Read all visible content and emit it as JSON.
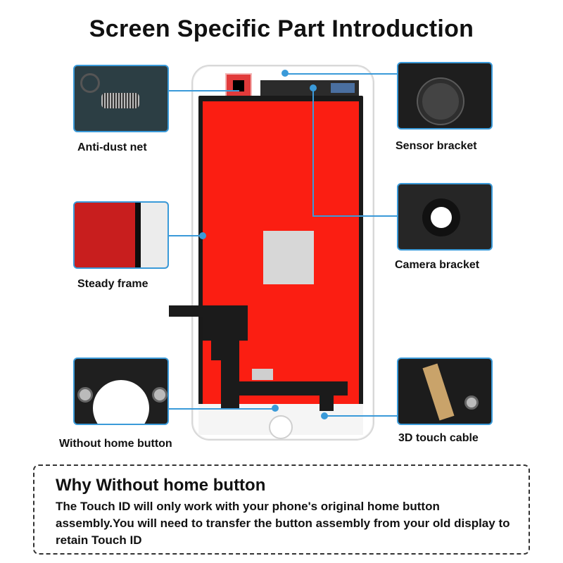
{
  "title": "Screen Specific Part Introduction",
  "callouts": {
    "anti_dust_net": "Anti-dust net",
    "sensor_bracket": "Sensor bracket",
    "steady_frame": "Steady frame",
    "camera_bracket": "Camera bracket",
    "without_home_button": "Without home button",
    "touch_cable": "3D touch cable"
  },
  "info": {
    "heading": "Why Without home button",
    "body": "The Touch ID will only work with your phone's original home button assembly.You will need to transfer the button assembly from your old display to retain Touch ID"
  },
  "colors": {
    "accent": "#3a9ad9",
    "lcd": "#fb1e12"
  }
}
